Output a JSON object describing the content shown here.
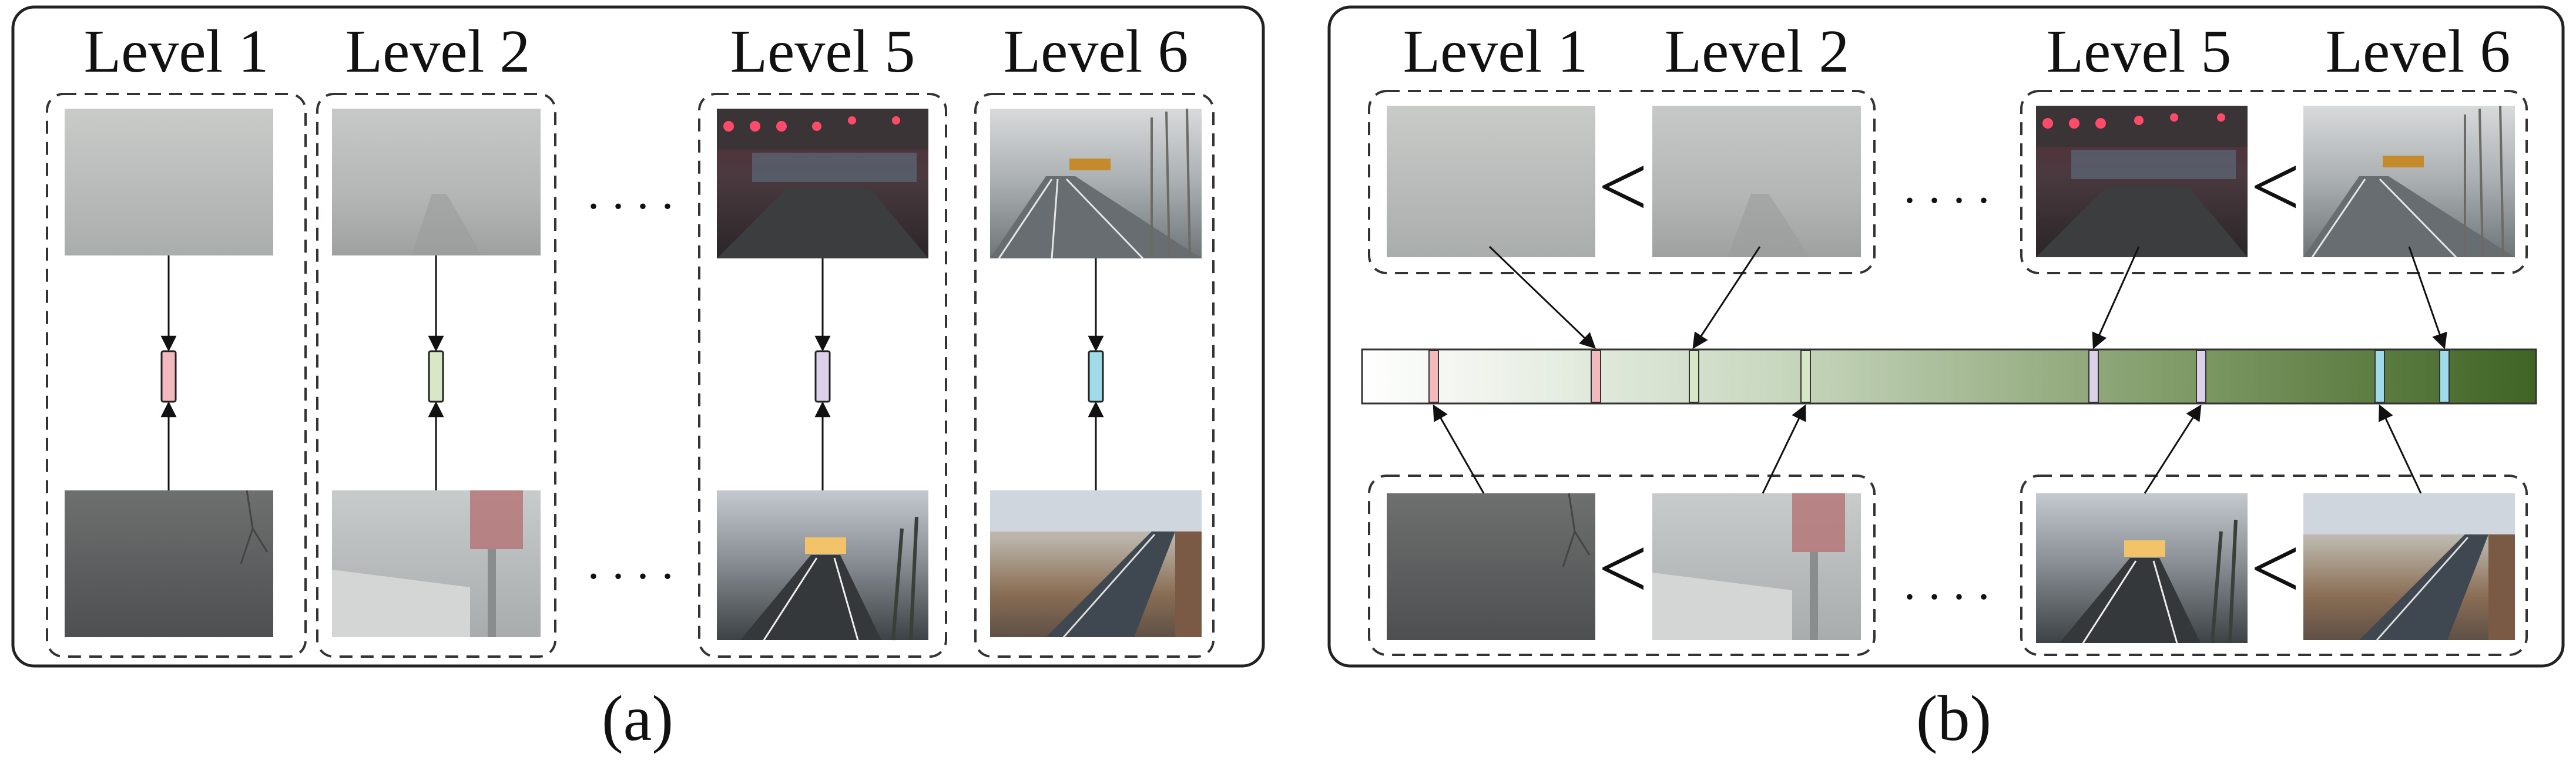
{
  "panel_a": {
    "caption": "(a)",
    "levels": [
      "Level 1",
      "Level 2",
      "Level 5",
      "Level 6"
    ],
    "ellipsis_top": "....",
    "ellipsis_bottom": "....",
    "marker_colors": [
      "#f3b9bd",
      "#d8e7c5",
      "#ddd1ea",
      "#9fdbe8"
    ]
  },
  "panel_b": {
    "caption": "(b)",
    "levels": [
      "Level 1",
      "Level 2",
      "Level 5",
      "Level 6"
    ],
    "ellipsis_top": "....",
    "ellipsis_bottom": "....",
    "comparison_symbol": "<",
    "bar_gradient": [
      "#ffffff",
      "#3f6424"
    ],
    "marker_colors": [
      "#f3b9bd",
      "#d8e7c5",
      "#ddd1ea",
      "#9fdbe8"
    ]
  },
  "icons": {
    "foggy_photo": "foggy-road-photo",
    "clear_photo": "clearer-road-photo"
  }
}
